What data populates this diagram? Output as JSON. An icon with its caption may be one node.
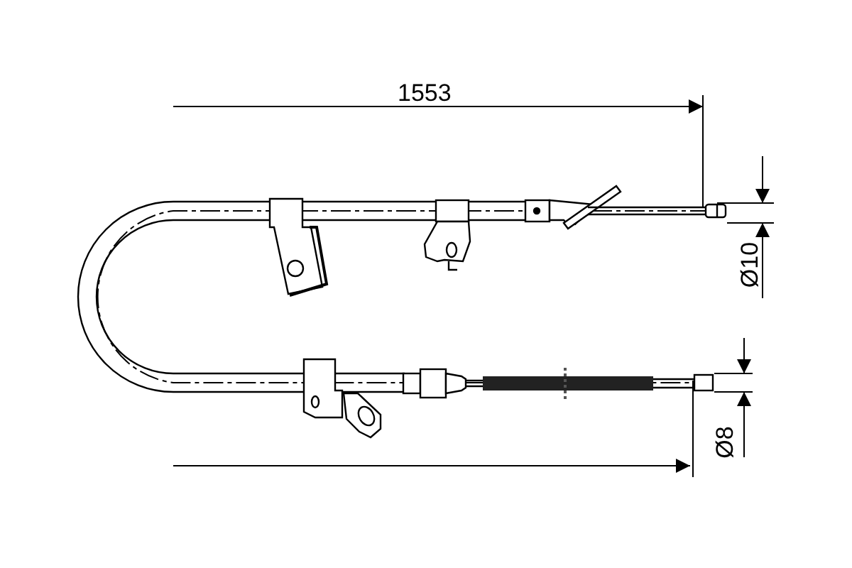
{
  "diagram": {
    "labels": [
      "1553",
      "Ø10",
      "Ø8"
    ]
  }
}
